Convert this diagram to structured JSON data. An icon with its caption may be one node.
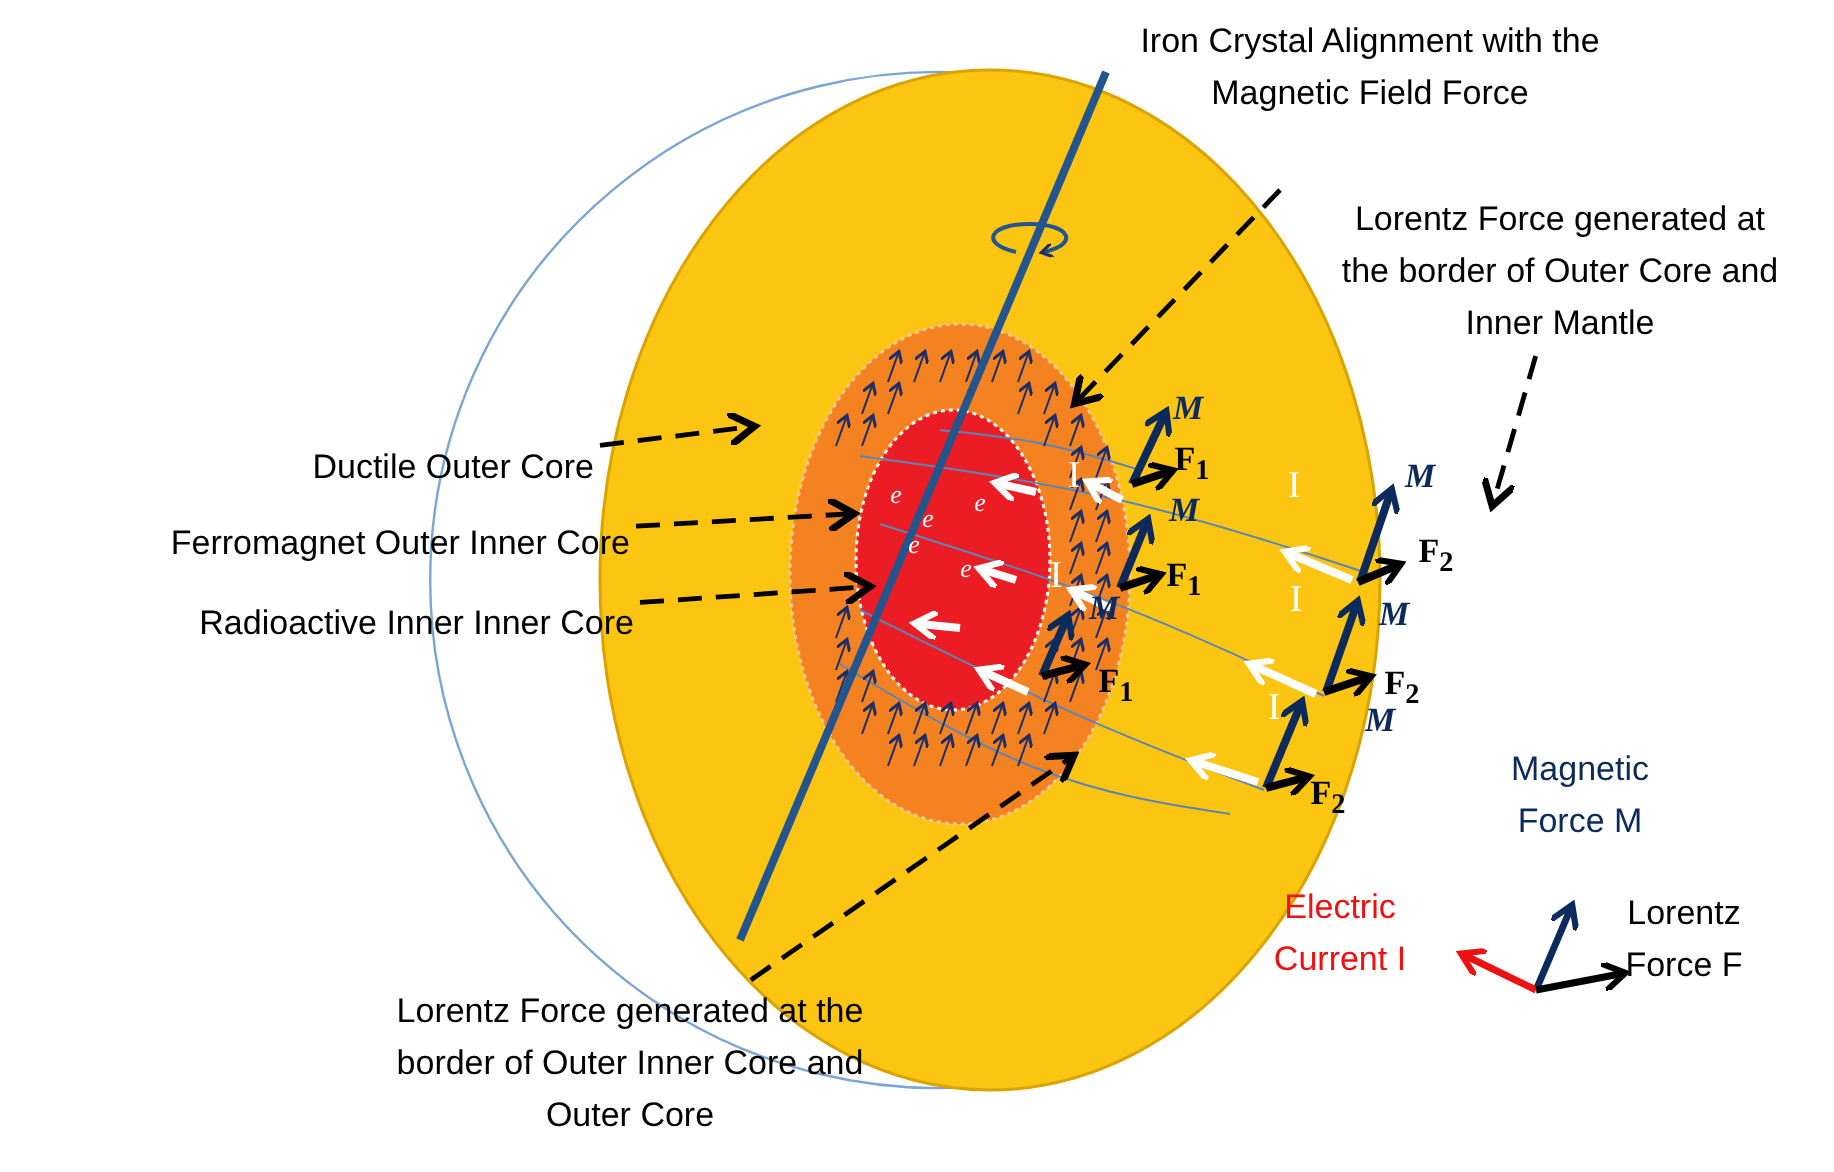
{
  "diagram": {
    "nodes": [
      {
        "text": [],
        "shape": "circle"
      },
      {
        "text": [],
        "shape": "circle",
        "in": 0
      },
      {
        "text": [],
        "shape": "circle",
        "in": 1
      },
      {
        "text": [
          "Ductile Outer Core"
        ]
      },
      {
        "text": [
          "Ferromagnet Outer Inner Core"
        ]
      },
      {
        "text": [
          "Radioactive Inner Inner Core"
        ]
      },
      {
        "text": [
          "Lorentz Force generated at the border of Outer Core and Inner Mantle"
        ]
      },
      {
        "text": [
          "Lorentz Force generated at the border of Outer Inner Core and Outer Core"
        ]
      }
    ],
    "edges": [
      {
        "from": 3,
        "to": 0,
        "arrow": "to",
        "style": "dashed"
      },
      {
        "from": 4,
        "to": 1,
        "arrow": "to",
        "style": "dashed"
      },
      {
        "from": 5,
        "to": 2,
        "arrow": "to",
        "style": "dashed"
      },
      {
        "from": 6,
        "to": null,
        "arrow": "to",
        "style": "dashed"
      },
      {
        "from": 7,
        "to": 1,
        "arrow": "to",
        "style": "dashed"
      },
      {
        "from": null,
        "to": 1,
        "arrow": "to",
        "style": "dashed"
      }
    ],
    "labels": [
      "Iron Crystal Alignment with the Magnetic Field Force",
      "M",
      "F$_{1}$",
      "M",
      "F$_{1}$",
      "M",
      "F$_{1}$",
      "M",
      "F$_{2}$",
      "M",
      "F$_{2}$",
      "M",
      "F$_{2}$",
      "I",
      "I",
      "I",
      "I",
      "I",
      "e",
      "e",
      "e",
      "e",
      "e"
    ],
    "legend": [
      {
        "text": "Magnetic Force M"
      },
      {
        "text": "Electric Current I"
      },
      {
        "text": "Lorentz Force F"
      }
    ]
  }
}
